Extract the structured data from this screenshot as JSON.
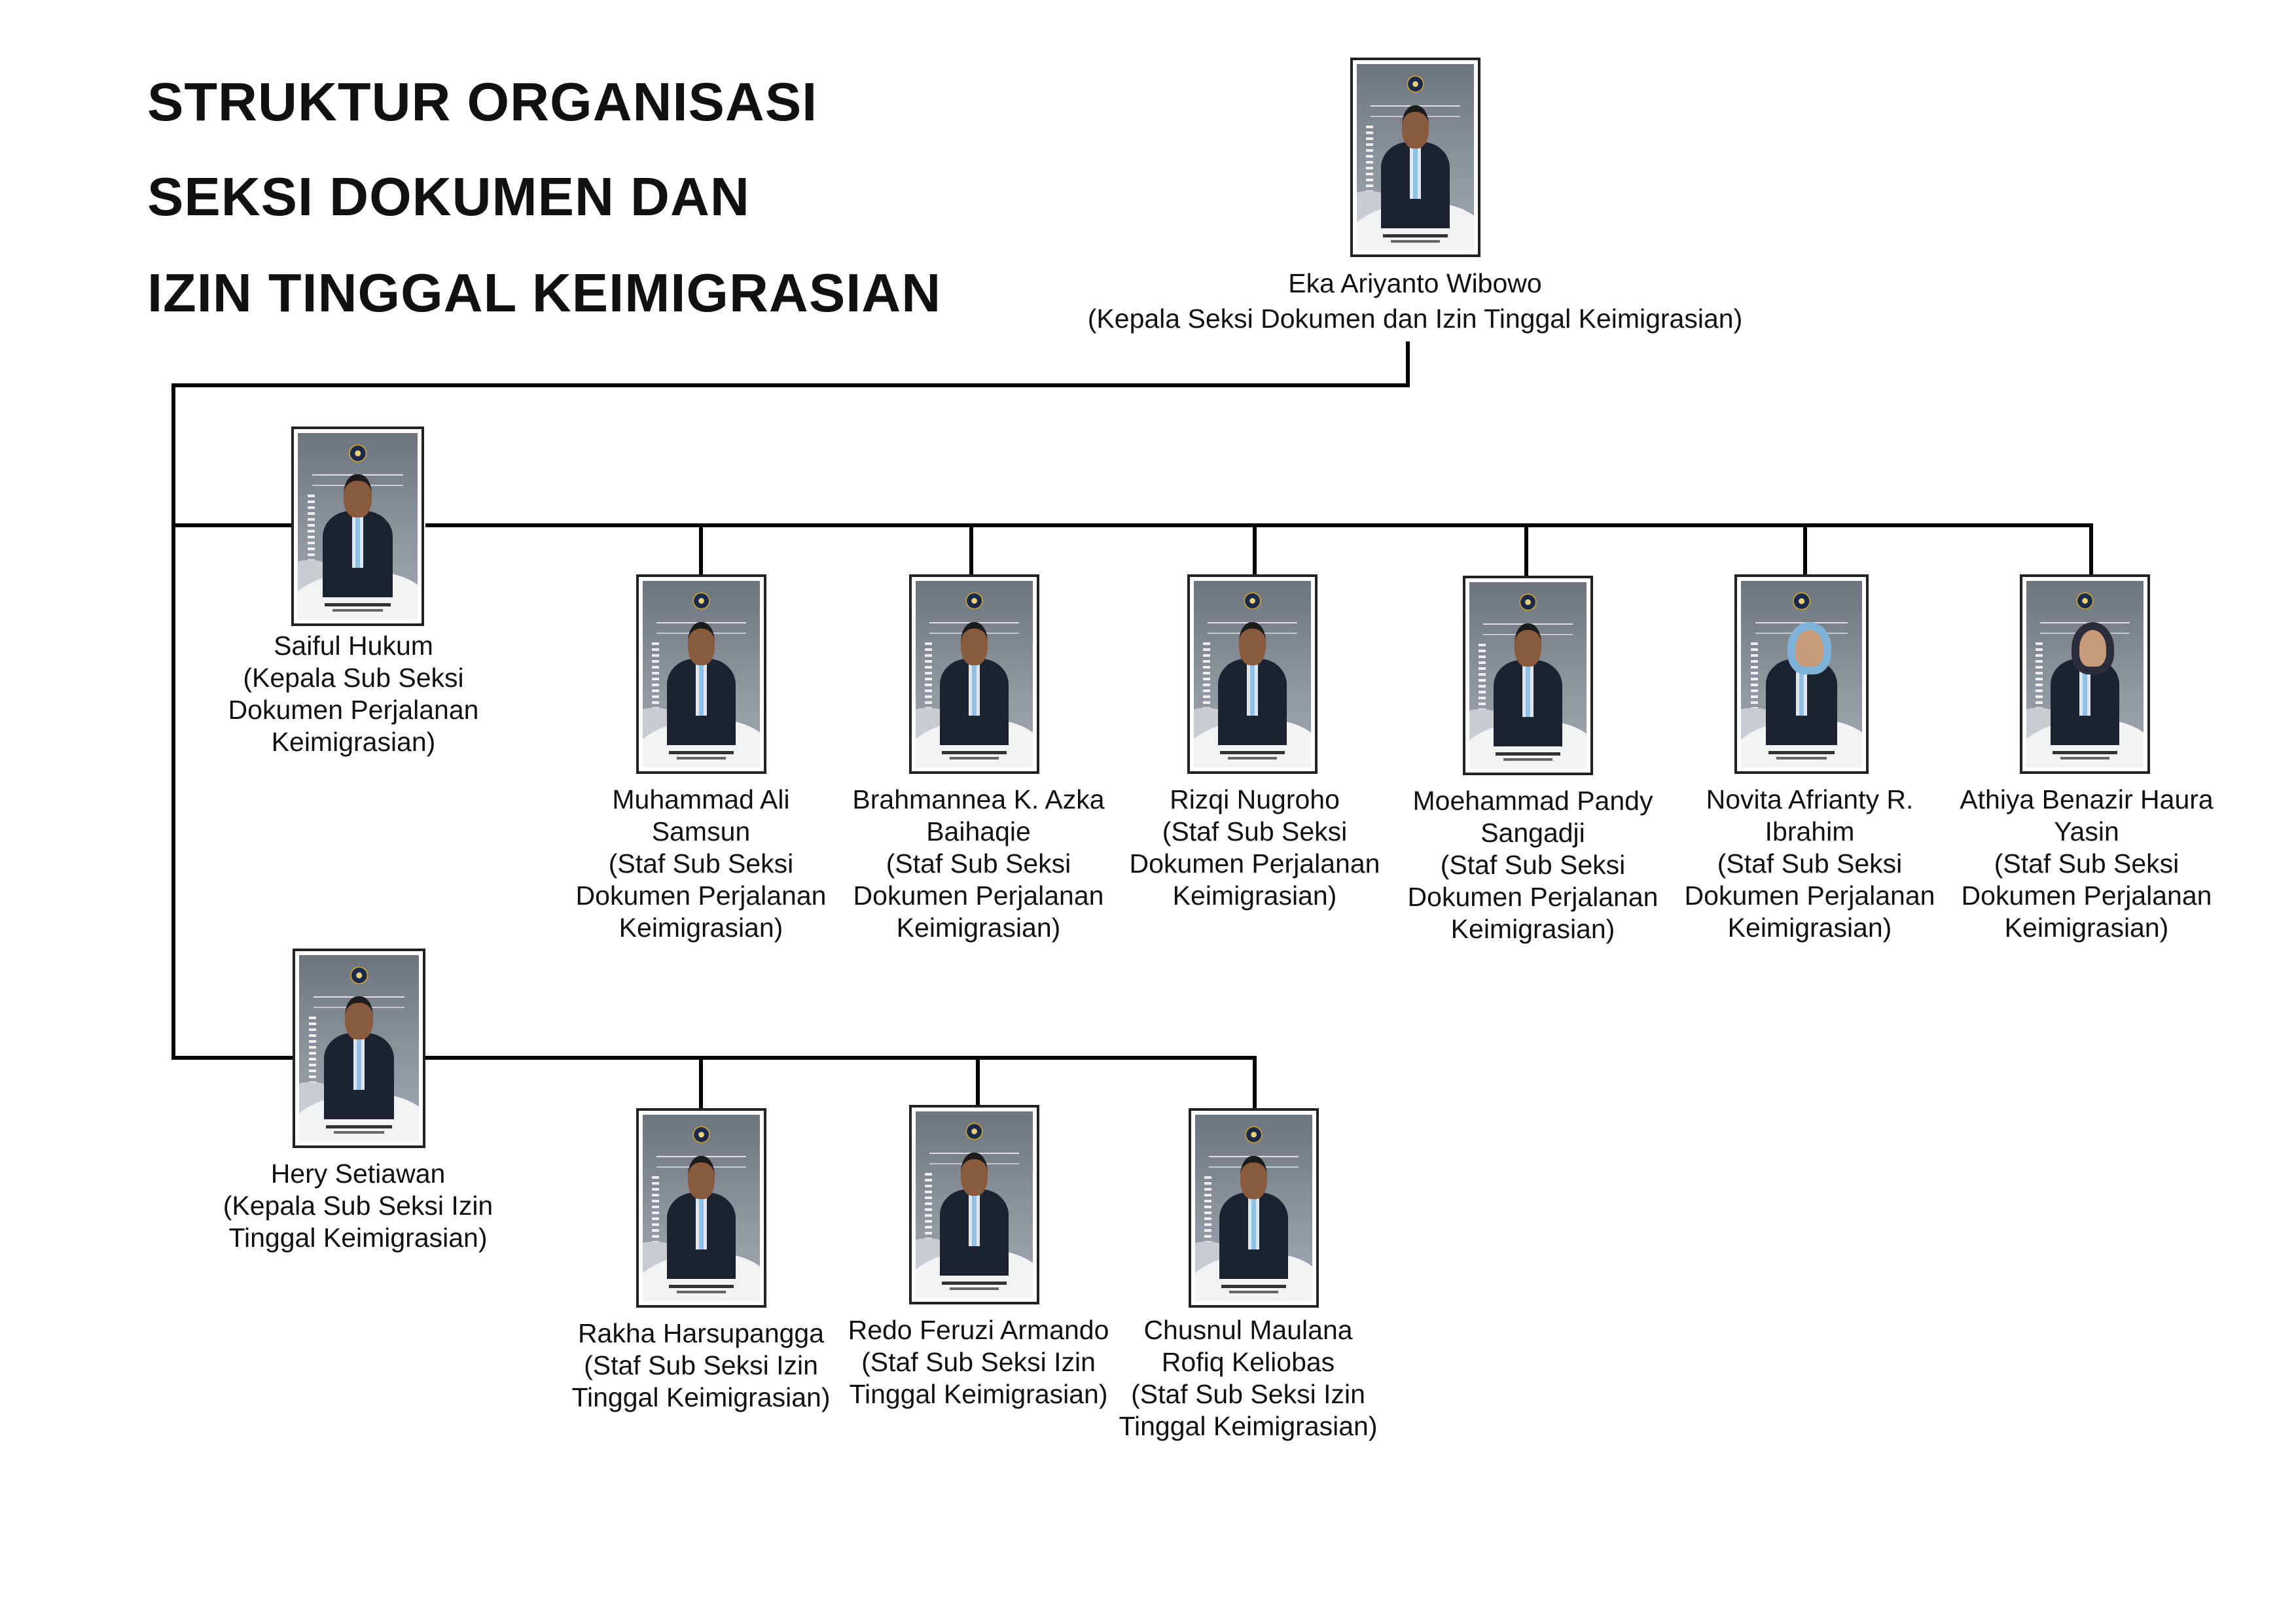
{
  "title": {
    "line1": "STRUKTUR ORGANISASI",
    "line2": "SEKSI DOKUMEN DAN",
    "line3": "IZIN TINGGAL KEIMIGRASIAN"
  },
  "head": {
    "name": "Eka Ariyanto Wibowo",
    "role": "(Kepala Seksi Dokumen dan Izin Tinggal Keimigrasian)"
  },
  "sub_sections": [
    {
      "leader": {
        "name": "Saiful Hukum",
        "role": "(Kepala Sub Seksi Dokumen Perjalanan Keimigrasian)"
      },
      "staff": [
        {
          "name": "Muhammad Ali Samsun",
          "role": "(Staf Sub Seksi Dokumen Perjalanan Keimigrasian)"
        },
        {
          "name": "Brahmannea K. Azka Baihaqie",
          "role": "(Staf Sub Seksi Dokumen Perjalanan Keimigrasian)"
        },
        {
          "name": "Rizqi Nugroho",
          "role": "(Staf Sub Seksi Dokumen Perjalanan Keimigrasian)"
        },
        {
          "name": "Moehammad Pandy Sangadji",
          "role": "(Staf Sub Seksi Dokumen Perjalanan Keimigrasian)"
        },
        {
          "name": "Novita Afrianty R. Ibrahim",
          "role": "(Staf Sub Seksi Dokumen Perjalanan Keimigrasian)"
        },
        {
          "name": "Athiya Benazir Haura Yasin",
          "role": "(Staf Sub Seksi Dokumen Perjalanan Keimigrasian)"
        }
      ]
    },
    {
      "leader": {
        "name": "Hery Setiawan",
        "role": "(Kepala Sub Seksi Izin Tinggal Keimigrasian)"
      },
      "staff": [
        {
          "name": "Rakha Harsupangga",
          "role": "(Staf Sub Seksi Izin Tinggal Keimigrasian)"
        },
        {
          "name": "Redo Feruzi Armando",
          "role": "(Staf Sub Seksi Izin Tinggal Keimigrasian)"
        },
        {
          "name": "Chusnul Maulana Rofiq Keliobas",
          "role": "(Staf Sub Seksi Izin Tinggal Keimigrasian)"
        }
      ]
    }
  ],
  "colors": {
    "line": "#000000",
    "card_bg": "#7d848d",
    "card_wave": "#f2f3f5",
    "shirt": "#8fc0e6",
    "suit": "#1d2230"
  },
  "icons": {
    "emblem": "immigration-emblem-icon",
    "portrait": "person-portrait"
  }
}
